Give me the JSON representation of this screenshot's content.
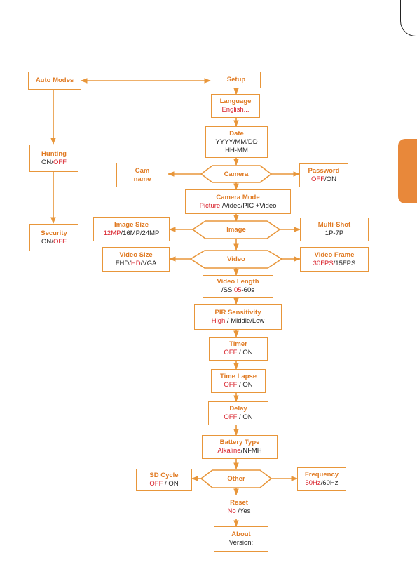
{
  "colors": {
    "accent": "#e8963a",
    "title": "#e07a22",
    "highlight": "#d8202a",
    "tab": "#e8883a"
  },
  "nodes": {
    "auto_modes": {
      "title": "Auto Modes"
    },
    "setup": {
      "title": "Setup"
    },
    "language": {
      "title": "Language",
      "parts": [
        {
          "text": "English...",
          "hl": true
        }
      ]
    },
    "date": {
      "title": "Date",
      "parts": [
        {
          "text": "YYYY/MM/DD",
          "hl": false
        }
      ],
      "line3": "HH-MM"
    },
    "hunting": {
      "title": "Hunting",
      "parts": [
        {
          "text": "ON/",
          "hl": false
        },
        {
          "text": "OFF",
          "hl": true
        }
      ]
    },
    "cam_name": {
      "title": "Cam",
      "title2": "name"
    },
    "password": {
      "title": "Password",
      "parts": [
        {
          "text": "OFF",
          "hl": true
        },
        {
          "text": "/ON",
          "hl": false
        }
      ]
    },
    "camera_mode": {
      "title": "Camera Mode",
      "parts": [
        {
          "text": "Picture",
          "hl": true
        },
        {
          "text": " /Video/PIC +Video",
          "hl": false
        }
      ]
    },
    "image_size": {
      "title": "Image Size",
      "parts": [
        {
          "text": "12MP",
          "hl": true
        },
        {
          "text": "/16MP/24MP",
          "hl": false
        }
      ]
    },
    "multi_shot": {
      "title": "Multi-Shot",
      "parts": [
        {
          "text": "1P-7P",
          "hl": false
        }
      ]
    },
    "security": {
      "title": "Security",
      "parts": [
        {
          "text": "ON/",
          "hl": false
        },
        {
          "text": "OFF",
          "hl": true
        }
      ]
    },
    "video_size": {
      "title": "Video Size",
      "parts": [
        {
          "text": "FHD/",
          "hl": false
        },
        {
          "text": "HD",
          "hl": true
        },
        {
          "text": "/VGA",
          "hl": false
        }
      ]
    },
    "video_frame": {
      "title": "Video Frame",
      "parts": [
        {
          "text": "30FPS",
          "hl": true
        },
        {
          "text": "/15FPS",
          "hl": false
        }
      ]
    },
    "video_length": {
      "title": "Video Length",
      "parts": [
        {
          "text": "/SS ",
          "hl": false
        },
        {
          "text": "05",
          "hl": true
        },
        {
          "text": "-60s",
          "hl": false
        }
      ]
    },
    "pir": {
      "title": "PIR Sensitivity",
      "parts": [
        {
          "text": "High",
          "hl": true
        },
        {
          "text": " / Middle/Low",
          "hl": false
        }
      ]
    },
    "timer": {
      "title": "Timer",
      "parts": [
        {
          "text": "OFF",
          "hl": true
        },
        {
          "text": " / ON",
          "hl": false
        }
      ]
    },
    "time_lapse": {
      "title": "Time Lapse",
      "parts": [
        {
          "text": "OFF",
          "hl": true
        },
        {
          "text": " / ON",
          "hl": false
        }
      ]
    },
    "delay": {
      "title": "Delay",
      "parts": [
        {
          "text": "OFF",
          "hl": true
        },
        {
          "text": " / ON",
          "hl": false
        }
      ]
    },
    "battery": {
      "title": "Battery Type",
      "parts": [
        {
          "text": "Alkaline",
          "hl": true
        },
        {
          "text": "/NI-MH",
          "hl": false
        }
      ]
    },
    "sd_cycle": {
      "title": "SD Cycle",
      "parts": [
        {
          "text": "OFF",
          "hl": true
        },
        {
          "text": " / ON",
          "hl": false
        }
      ]
    },
    "frequency": {
      "title": "Frequency",
      "parts": [
        {
          "text": "50Hz",
          "hl": true
        },
        {
          "text": "/60Hz",
          "hl": false
        }
      ]
    },
    "reset": {
      "title": "Reset",
      "parts": [
        {
          "text": "No",
          "hl": true
        },
        {
          "text": " /Yes",
          "hl": false
        }
      ]
    },
    "about": {
      "title": "About",
      "parts": [
        {
          "text": "Version:",
          "hl": false
        }
      ]
    }
  },
  "hexes": {
    "camera": "Camera",
    "image": "Image",
    "video": "Video",
    "other": "Other"
  }
}
